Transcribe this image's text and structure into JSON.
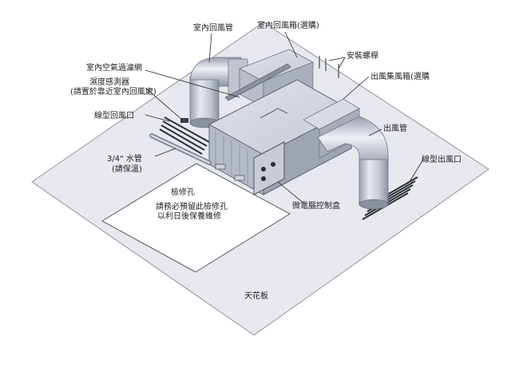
{
  "labels": {
    "indoor_return_duct": "室內回風管",
    "indoor_return_box": "室內回風箱(選購)",
    "mounting_bolt": "安裝螺桿",
    "supply_collector_box": "出風集風箱(選購",
    "indoor_air_filter": "室內空氣過濾網",
    "humidity_sensor_1": "濕度感測器",
    "humidity_sensor_2": "(請置於靠近室內回風處)",
    "linear_return_grille": "線型回風口",
    "supply_duct": "出風管",
    "linear_supply_grille": "線型出風口",
    "water_pipe_1": "3/4\" 水管",
    "water_pipe_2": "(請保溫)",
    "access_hole_title": "檢修孔",
    "access_hole_note_1": "請務必預留此檢修孔",
    "access_hole_note_2": "以利日後保養維修",
    "micro_control_box": "微電腦控制盒",
    "ceiling_board": "天花板"
  }
}
